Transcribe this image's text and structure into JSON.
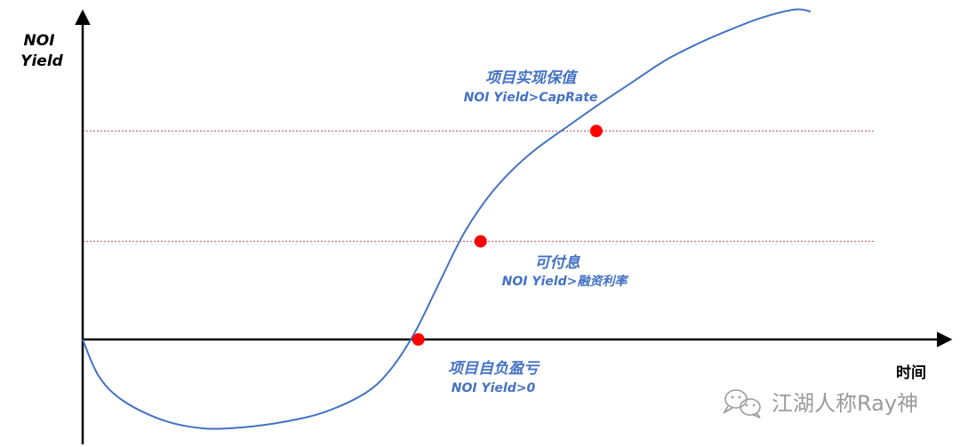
{
  "chart_data": {
    "type": "line",
    "title": "",
    "ylabel": [
      "NOI",
      "Yield"
    ],
    "xlabel": "时间",
    "series": [
      {
        "x": [
          0,
          2,
          5,
          10,
          15,
          20,
          25,
          30,
          35,
          38,
          41,
          44,
          47,
          50,
          53,
          56,
          60,
          64,
          68,
          72,
          76,
          80,
          84,
          88,
          90
        ],
        "values": [
          0.0,
          -0.6,
          -1.0,
          -1.32,
          -1.45,
          -1.43,
          -1.34,
          -1.18,
          -0.87,
          -0.5,
          0.1,
          0.9,
          1.7,
          2.3,
          2.75,
          3.1,
          3.48,
          3.85,
          4.2,
          4.55,
          4.82,
          5.05,
          5.25,
          5.38,
          5.35
        ]
      }
    ],
    "thresholds": [
      {
        "name": "融资利率",
        "value": 1.6
      },
      {
        "name": "CapRate",
        "value": 3.4
      }
    ],
    "key_points": [
      {
        "x": 41.5,
        "y": 0.0
      },
      {
        "x": 49.2,
        "y": 1.6
      },
      {
        "x": 63.5,
        "y": 3.4
      }
    ],
    "annotations": [
      {
        "title": "项目实现保值",
        "subtitle": "NOI Yield>CapRate"
      },
      {
        "title": "可付息",
        "subtitle": "NOI Yield>融资利率"
      },
      {
        "title": "项目自负盈亏",
        "subtitle": "NOI Yield>0"
      }
    ],
    "xlim": [
      0,
      100
    ],
    "ylim": [
      -1.7,
      5.5
    ],
    "grid": false,
    "colors": {
      "curve": "#4472c4",
      "threshold_line": "#c0504d",
      "point": "#ff0000",
      "axis": "#000000",
      "annotation_text": "#4472c4"
    }
  },
  "watermark": {
    "text": "江湖人称Ray神",
    "icon": "wechat-icon"
  }
}
